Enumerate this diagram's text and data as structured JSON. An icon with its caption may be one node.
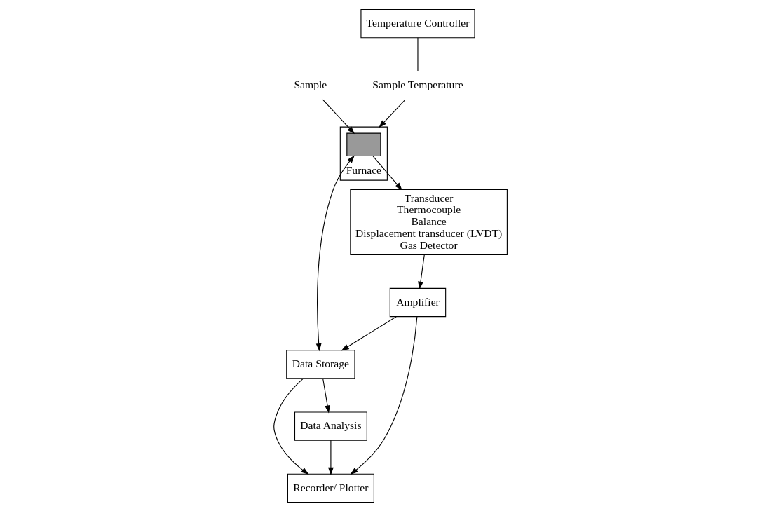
{
  "diagram": {
    "nodes": [
      {
        "text": [
          "Transducer",
          "Thermocouple",
          "Balance",
          "Displacement transducer (LVDT)",
          "Gas Detector"
        ]
      },
      {
        "text": [
          "Amplifier"
        ]
      },
      {
        "text": [
          "Recorder/ Plotter"
        ]
      },
      {
        "text": [
          "Data Storage"
        ]
      },
      {
        "text": [
          "Furnace"
        ]
      },
      {
        "text": [],
        "shape": "box",
        "in": 4
      },
      {
        "text": [
          "Data Analysis"
        ]
      },
      {
        "text": [
          "Sample"
        ]
      },
      {
        "text": [
          "Sample Temperature"
        ]
      },
      {
        "text": [
          "Temperature Controller"
        ]
      }
    ],
    "edges": [
      {
        "from": 0,
        "to": 1,
        "arrow": "to"
      },
      {
        "from": 1,
        "to": 2,
        "arrow": "to"
      },
      {
        "from": 1,
        "to": 3,
        "arrow": "to"
      },
      {
        "from": 3,
        "to": 2,
        "arrow": "to"
      },
      {
        "from": 3,
        "to": 5,
        "arrow": "both"
      },
      {
        "from": 7,
        "to": 5,
        "arrow": "to"
      },
      {
        "from": 5,
        "to": 0,
        "arrow": "to"
      },
      {
        "from": 3,
        "to": 6,
        "arrow": "to"
      },
      {
        "from": 6,
        "to": 2,
        "arrow": "to"
      },
      {
        "from": 8,
        "to": 4,
        "arrow": "to"
      },
      {
        "from": 9,
        "to": 8,
        "arrow": "none"
      }
    ]
  }
}
